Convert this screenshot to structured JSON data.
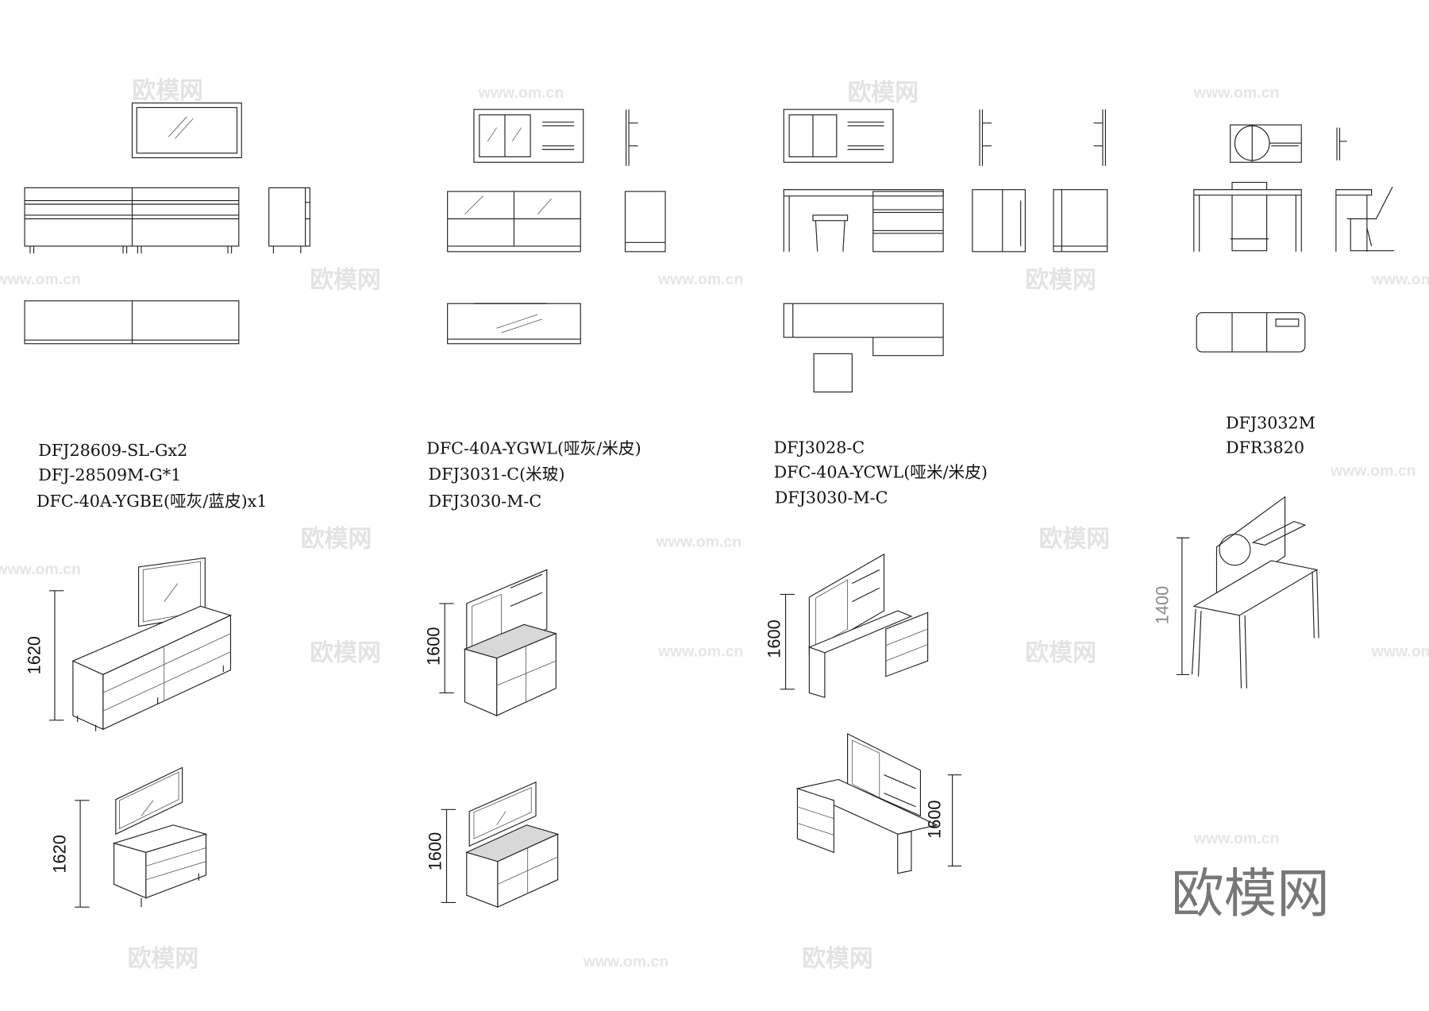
{
  "groups": [
    {
      "labels": [
        "DFJ28609-SL-Gx2",
        "DFJ-28509M-G*1",
        "DFC-40A-YGBE(哑灰/蓝皮)x1"
      ],
      "dimensions": [
        "1620",
        "1620"
      ]
    },
    {
      "labels": [
        "DFC-40A-YGWL(哑灰/米皮)",
        "DFJ3031-C(米玻)",
        "DFJ3030-M-C"
      ],
      "dimensions": [
        "1600",
        "1600"
      ]
    },
    {
      "labels": [
        "DFJ3028-C",
        "DFC-40A-YCWL(哑米/米皮)",
        "DFJ3030-M-C"
      ],
      "dimensions": [
        "1600",
        "1600"
      ]
    },
    {
      "labels": [
        "DFJ3032M",
        "DFR3820"
      ],
      "dimensions": [
        "1400"
      ]
    }
  ],
  "watermark": {
    "logo": "欧模网",
    "url": "www.om.cn"
  },
  "colors": {
    "line": "#222222",
    "background": "#ffffff",
    "watermark": "#e3e3e3"
  }
}
